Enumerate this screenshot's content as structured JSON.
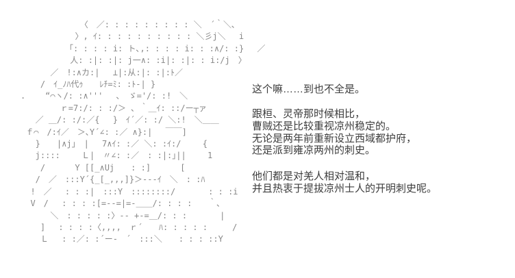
{
  "colors": {
    "background": "#ffffff",
    "art_gray": "#878787",
    "text_gray": "#3c3c3c"
  },
  "ascii_art": {
    "lines": [
      "            〈　／: : : : : : : : : ＼　´｀＼､",
      "           〉, ｲ: : : : : : : : : : ＼彡j＼　 i",
      "         「: : : : i: ト､,: : : : i: : :∧/: :}　 ／",
      "          人: :|: :|: j一∧: :i|: :|: : i:/j　〉",
      "      ／　!:∧カ:|　 ⊥|:从:|: :|:ﾄ／",
      "    /　ｲ_ﾉﾊ代ｩ　　ﾚﾁ=ﾐ: :ﾄ-| }",
      ".    “⌒ヽ/: :∧'''　 ､　ゞ='/: :!　＼",
      "        ｒ=7:/: : :/＞ ､ ｀＿ｲ: ::/ー┬ァ",
      "   ／ ＿/: :/:／{　 }　ｲ´／: :/ ＼:!　＼＿＿",
      " ｆ⌒　/:ｲ／　＞､Y´∠: :／ ∧}:|　 ￣￣]",
      "   }　　|∧j｣　|　 7∧ｲ: :／ ＼: :ｲ:/　　 {",
      "   j::::　　 Ｌ|　〃∠: :／　: :|:｣||　　 1",
      "    /　　　 Y [[_∧Uj　　: :]　　　 [",
      "   /　／　:::Y´{_[_,,,]}＞---ｲ　＼　: :ﾊ",
      "  !　／　 : : :|　:::Y　::::::::/　　　　: : :i",
      "  V　/　 : : : :[=--=|=-＿＿/: : : :　　｀､",
      "      ＼　: : : : :〉-- +-=＿/: : :　　　　|",
      "    ]　 : : : :〈,,,,　ｒ´　　ﾊ: : : : :　　　/",
      "    Ｌ　 : :／: :´ー-　´　:::＼　　: : : ::Y"
    ]
  },
  "dialogue": {
    "para1": {
      "lines": [
        "这个嘛……到也不全是。"
      ]
    },
    "para2": {
      "lines": [
        "跟桓、灵帝那时候相比，",
        "曹贼还是比较重视凉州稳定的。",
        "无论是两年前重新设立西域都护府，",
        "还是派到雍凉两州的刺史。"
      ]
    },
    "para3": {
      "lines": [
        "他们都是对羌人相对温和，",
        "并且热衷于提拔凉州士人的开明刺史呢。"
      ]
    }
  }
}
